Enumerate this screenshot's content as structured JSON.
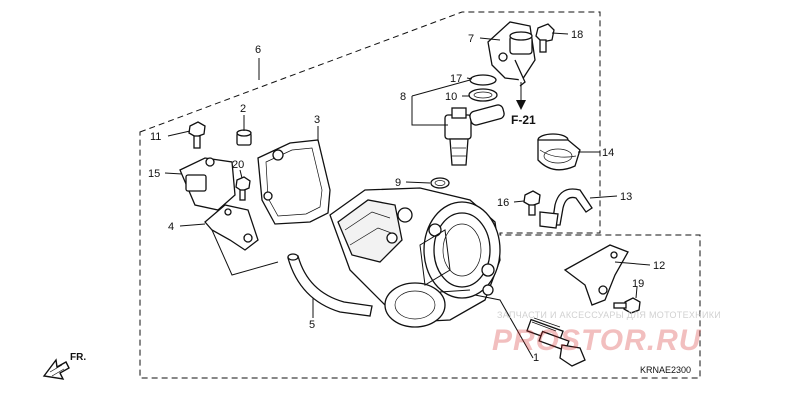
{
  "diagram": {
    "callouts": [
      {
        "id": "1",
        "label": "1"
      },
      {
        "id": "2",
        "label": "2"
      },
      {
        "id": "3",
        "label": "3"
      },
      {
        "id": "4",
        "label": "4"
      },
      {
        "id": "5",
        "label": "5"
      },
      {
        "id": "6",
        "label": "6"
      },
      {
        "id": "7",
        "label": "7"
      },
      {
        "id": "8",
        "label": "8"
      },
      {
        "id": "9",
        "label": "9"
      },
      {
        "id": "10",
        "label": "10"
      },
      {
        "id": "11",
        "label": "11"
      },
      {
        "id": "12",
        "label": "12"
      },
      {
        "id": "13",
        "label": "13"
      },
      {
        "id": "14",
        "label": "14"
      },
      {
        "id": "15",
        "label": "15"
      },
      {
        "id": "16",
        "label": "16"
      },
      {
        "id": "17",
        "label": "17"
      },
      {
        "id": "18",
        "label": "18"
      },
      {
        "id": "19",
        "label": "19"
      },
      {
        "id": "20",
        "label": "20"
      }
    ],
    "reference_label": "F-21",
    "front_label": "FR.",
    "diagram_code": "KRNAE2300"
  },
  "watermark": {
    "caption": "ЗАПЧАСТИ И АКСЕССУАРЫ ДЛЯ МОТОТЕХНИКИ",
    "logo": "PROSTOR.RU",
    "logo_color": "#d42a2a"
  }
}
